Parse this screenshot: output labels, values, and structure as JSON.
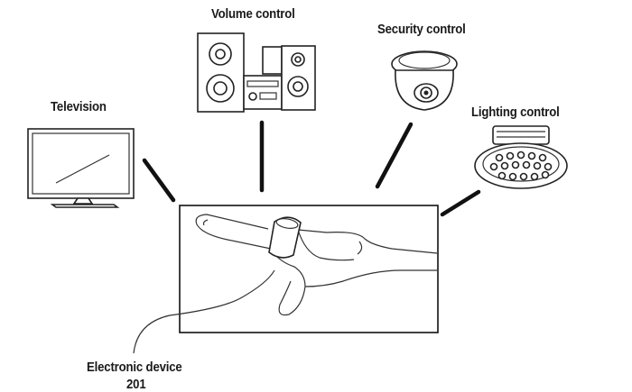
{
  "labels": {
    "television": "Television",
    "volume": "Volume control",
    "security": "Security control",
    "lighting": "Lighting control",
    "device": "Electronic device",
    "device_ref": "201"
  }
}
